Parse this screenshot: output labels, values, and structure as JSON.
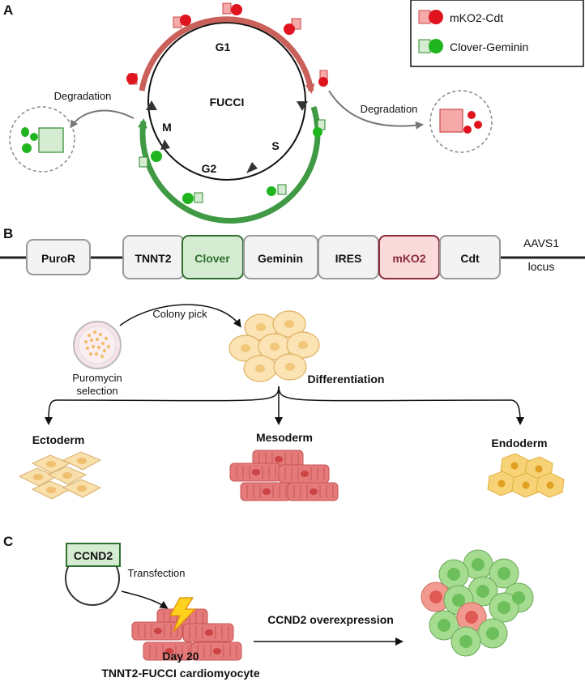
{
  "panel_a": {
    "letter": "A",
    "center_label": "FUCCI",
    "phases": {
      "g1": "G1",
      "s": "S",
      "g2": "G2",
      "m": "M"
    },
    "degradation_left": "Degradation",
    "degradation_right": "Degradation",
    "legend": {
      "red_item": "mKO2-Cdt",
      "green_item": "Clover-Geminin"
    }
  },
  "panel_b": {
    "letter": "B",
    "construct": {
      "purор": "PuroR",
      "tnnt2": "TNNT2",
      "clover": "Clover",
      "geminin": "Geminin",
      "ires": "IRES",
      "mko2": "mKO2",
      "cdt": "Cdt",
      "locus_line1": "AAVS1",
      "locus_line2": "locus"
    },
    "puromycin_line1": "Puromycin",
    "puromycin_line2": "selection",
    "colony_pick": "Colony pick",
    "differentiation": "Differentiation",
    "ectoderm": "Ectoderm",
    "mesoderm": "Mesoderm",
    "endoderm": "Endoderm"
  },
  "panel_c": {
    "letter": "C",
    "plasmid_label": "CCND2",
    "transfection": "Transfection",
    "overexpression": "CCND2 overexpression",
    "day": "Day 20",
    "cell_type": "TNNT2-FUCCI cardiomyocyte"
  },
  "colors": {
    "red": "#e0141e",
    "red_light": "#f5a9a9",
    "green": "#1fb51f",
    "green_light": "#d6ecd2",
    "arc_red": "#c9605a",
    "arc_green": "#3f9a43",
    "muscle": "#e57a7a",
    "ecto": "#f9dfaa",
    "endo": "#f7d277"
  }
}
